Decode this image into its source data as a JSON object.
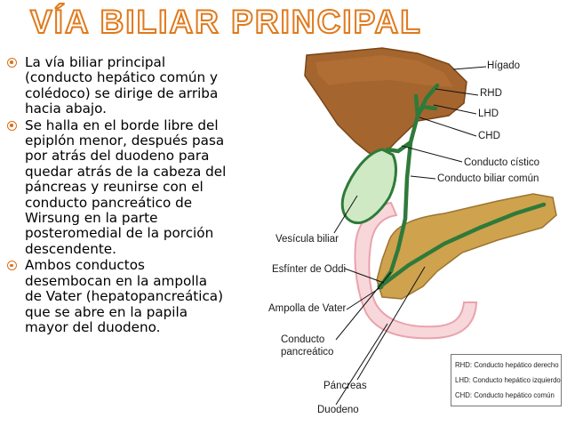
{
  "title": "VÍA BILIAR PRINCIPAL",
  "bullets": [
    "La vía biliar principal (conducto hepático común y colédoco) se dirige de arriba hacia abajo.",
    "Se halla en el borde libre del epiplón menor, después pasa por atrás del duodeno para quedar atrás de la cabeza del páncreas y reunirse con el conducto pancreático de Wirsung en la parte posteromedial de la porción descendente.",
    "Ambos conductos desembocan en la ampolla de Vater (hepatopancreática) que se abre en la papila mayor del duodeno."
  ],
  "bullet_icon": "circle-dot-icon",
  "diagram": {
    "labels": {
      "higado": "Hígado",
      "rhd": "RHD",
      "lhd": "LHD",
      "chd": "CHD",
      "cistico": "Conducto cístico",
      "biliar_comun": "Conducto biliar común",
      "vesicula": "Vesícula biliar",
      "esfinter": "Esfínter de Oddi",
      "ampolla": "Ampolla de Vater",
      "pancreatico_1": "Conducto",
      "pancreatico_2": "pancreático",
      "pancreas": "Páncreas",
      "duodeno": "Duodeno"
    },
    "legend": [
      "RHD: Conducto hepático derecho",
      "LHD: Conducto hepático izquierdo",
      "CHD: Conducto hepático común"
    ]
  },
  "colors": {
    "accent": "#e07a1c",
    "liver": "#a5652e",
    "duct": "#2f7a3a",
    "gallbladder": "#cfe9c4",
    "pancreas": "#cfa24e",
    "duodenum": "#f0b9c0"
  }
}
